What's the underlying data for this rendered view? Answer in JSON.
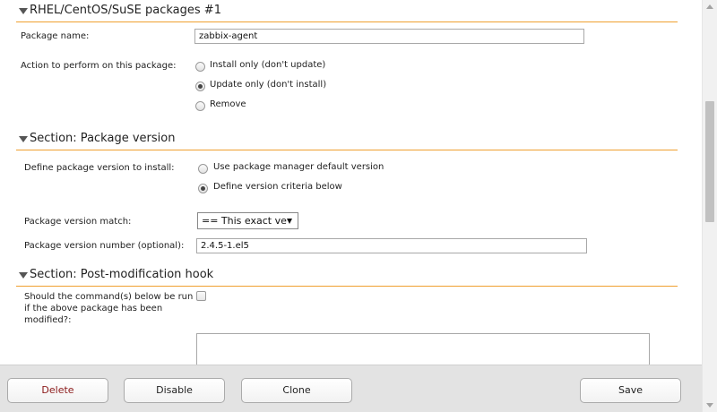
{
  "sections": {
    "packages": {
      "title": "RHEL/CentOS/SuSE packages #1"
    },
    "version": {
      "title": "Section: Package version"
    },
    "hook": {
      "title": "Section: Post-modification hook"
    }
  },
  "package_name": {
    "label": "Package name:",
    "value": "zabbix-agent"
  },
  "action": {
    "label": "Action to perform on this package:",
    "options": [
      "Install only (don't update)",
      "Update only (don't install)",
      "Remove"
    ],
    "selected": "Update only (don't install)"
  },
  "define_version": {
    "label": "Define package version to install:",
    "options": [
      "Use package manager default version",
      "Define version criteria below"
    ],
    "selected": "Define version criteria below"
  },
  "version_match": {
    "label": "Package version match:",
    "value": "== This exact ve"
  },
  "version_number": {
    "label": "Package version number (optional):",
    "value": "2.4.5-1.el5"
  },
  "hook_check": {
    "label_lines": [
      "Should the command(s) below be run",
      "if the above package has been",
      "modified?:"
    ],
    "checked": false
  },
  "buttons": {
    "delete": "Delete",
    "disable": "Disable",
    "clone": "Clone",
    "save": "Save"
  },
  "colors": {
    "section_rule": "#f0a030",
    "delete_text": "#8b1a1a",
    "bottom_bar": "#e3e3e3"
  }
}
